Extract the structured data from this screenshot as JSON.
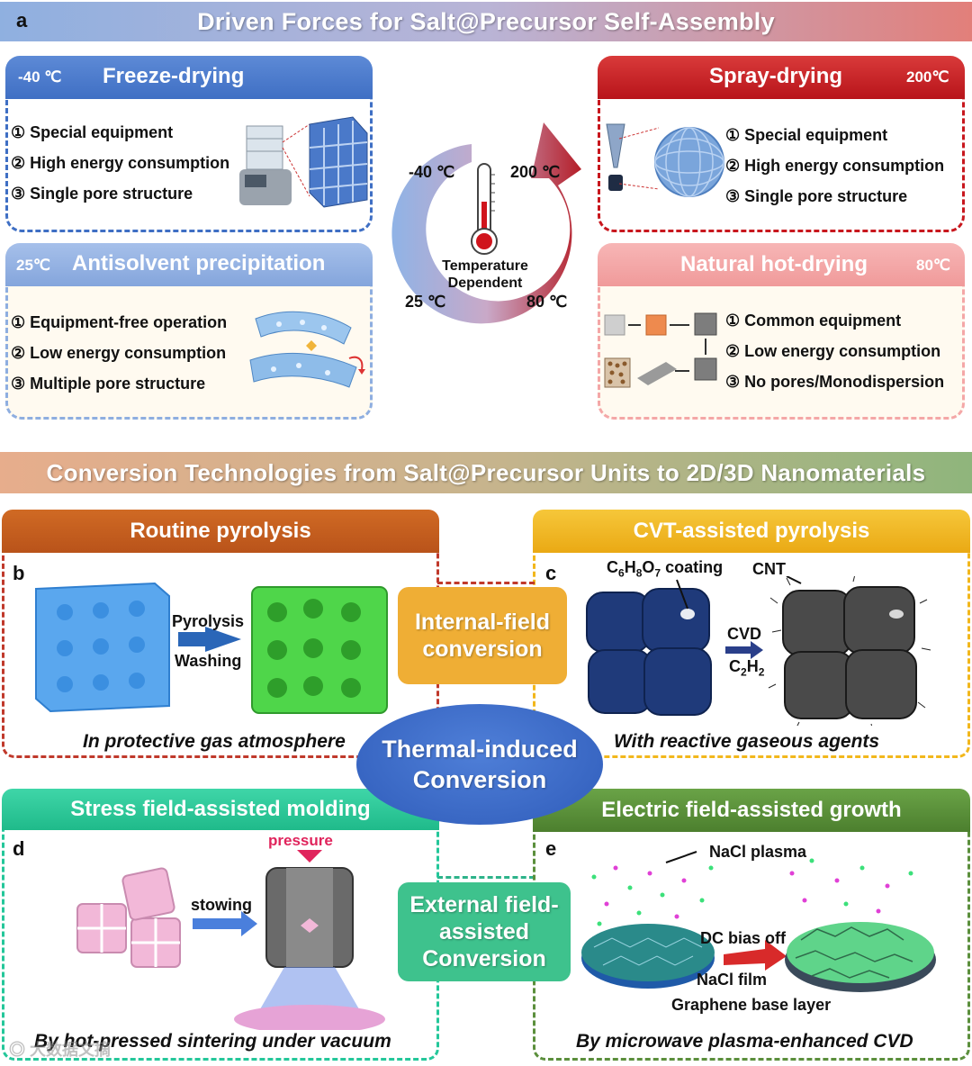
{
  "panel_a": {
    "letter": "a",
    "banner": "Driven Forces for Salt@Precursor Self-Assembly",
    "freeze": {
      "temp": "-40 ℃",
      "title": "Freeze-drying",
      "items": [
        "① Special equipment",
        "② High energy consumption",
        "③ Single pore structure"
      ]
    },
    "spray": {
      "title": "Spray-drying",
      "temp": "200℃",
      "items": [
        "① Special equipment",
        "② High energy consumption",
        "③ Single pore structure"
      ]
    },
    "anti": {
      "temp": "25℃",
      "title": "Antisolvent precipitation",
      "items": [
        "① Equipment-free operation",
        "② Low energy consumption",
        "③ Multiple pore structure"
      ]
    },
    "hot": {
      "title": "Natural hot-drying",
      "temp": "80℃",
      "items": [
        "① Common equipment",
        "② Low energy consumption",
        "③ No pores/Monodispersion"
      ]
    },
    "dial": {
      "t1": "-40 ℃",
      "t2": "200 ℃",
      "t3": "25 ℃",
      "t4": "80 ℃",
      "label1": "Temperature",
      "label2": "Dependent"
    }
  },
  "conversion": {
    "banner": "Conversion Technologies from Salt@Precursor Units to 2D/3D Nanomaterials",
    "internal": [
      "Internal-field",
      "conversion"
    ],
    "thermal": [
      "Thermal-induced",
      "Conversion"
    ],
    "external": [
      "External field-",
      "assisted",
      "Conversion"
    ]
  },
  "panel_b": {
    "letter": "b",
    "title": "Routine pyrolysis",
    "step1": "Pyrolysis",
    "step2": "Washing",
    "caption": "In protective gas atmosphere"
  },
  "panel_c": {
    "letter": "c",
    "title": "CVT-assisted pyrolysis",
    "coating": "C6H8O7 coating",
    "cnt": "CNT",
    "cvd": "CVD",
    "gas": "C2H2",
    "caption": "With reactive gaseous agents"
  },
  "panel_d": {
    "letter": "d",
    "title": "Stress field-assisted molding",
    "pressure": "pressure",
    "stowing": "stowing",
    "caption": "By hot-pressed sintering under vacuum"
  },
  "panel_e": {
    "letter": "e",
    "title": "Electric field-assisted growth",
    "plasma": "NaCl plasma",
    "bias": "DC bias off",
    "film": "NaCl film",
    "graphene": "Graphene base layer",
    "caption": "By microwave plasma-enhanced CVD"
  },
  "watermark": "大数据文摘",
  "colors": {
    "blue": "#3f6fc4",
    "red": "#c8171e",
    "lightblue": "#8eaee0",
    "pink": "#f4a7a7",
    "orange": "#c7601a",
    "gold": "#f2b71c",
    "teal": "#24c79a",
    "green": "#5b8f3c"
  }
}
